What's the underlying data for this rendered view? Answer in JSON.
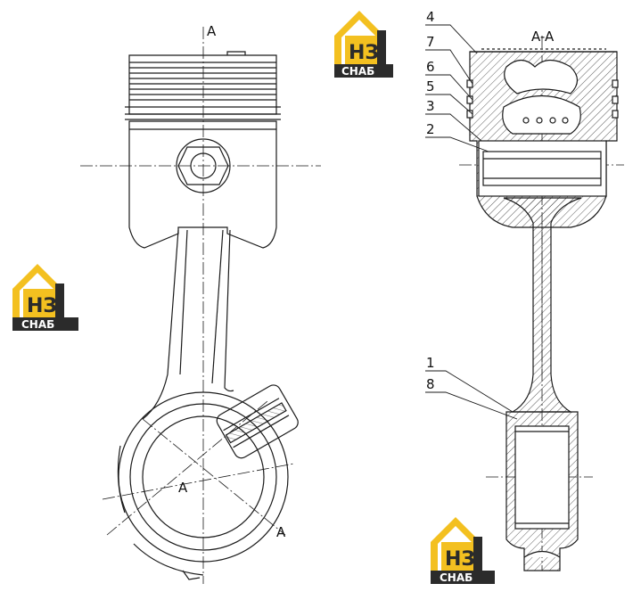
{
  "drawing": {
    "side_view_section_label": "A",
    "section_label_bottom": "A",
    "section_label_mid": "A",
    "section_view_title": "A-A",
    "callouts": [
      "4",
      "7",
      "6",
      "5",
      "3",
      "2",
      "1",
      "8"
    ]
  },
  "logos": [
    {
      "letters": "НЗ",
      "caption": "СНАБ"
    },
    {
      "letters": "НЗ",
      "caption": "СНАБ"
    },
    {
      "letters": "НЗ",
      "caption": "СНАБ"
    }
  ],
  "colors": {
    "line": "#1a1a1a",
    "logo_yellow": "#f3c020",
    "logo_dark": "#2b2b2b"
  }
}
